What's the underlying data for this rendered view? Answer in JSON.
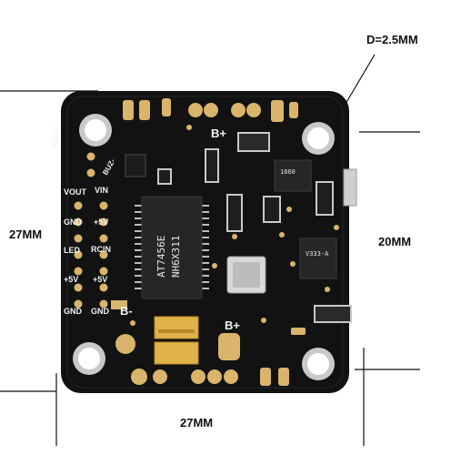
{
  "photo": {
    "subject": "flight-controller-board",
    "board_color": "#121212",
    "pad_color": "#d9b46a",
    "dimensions": {
      "hole_diameter": "D=2.5MM",
      "left_size": "27MM",
      "right_size": "20MM",
      "bottom_size": "27MM"
    },
    "silkscreen": {
      "buz_plus": "BUZ+",
      "buz_minus": "BUZ-",
      "vout": "VOUT",
      "vin": "VIN",
      "gnd1": "GND",
      "plus5v1": "+5V",
      "led": "LED",
      "rcin": "RCIN",
      "plus5v2": "+5V",
      "plus5v3": "+5V",
      "gnd2": "GND",
      "gnd3": "GND",
      "bplus_top": "B+",
      "bplus_bottom": "B+",
      "bminus": "B-"
    },
    "chip_marking": {
      "line1": "AT7456E",
      "line2": "NH6X311"
    },
    "small_chip": "1660",
    "regulator_marking": "V333-A"
  }
}
